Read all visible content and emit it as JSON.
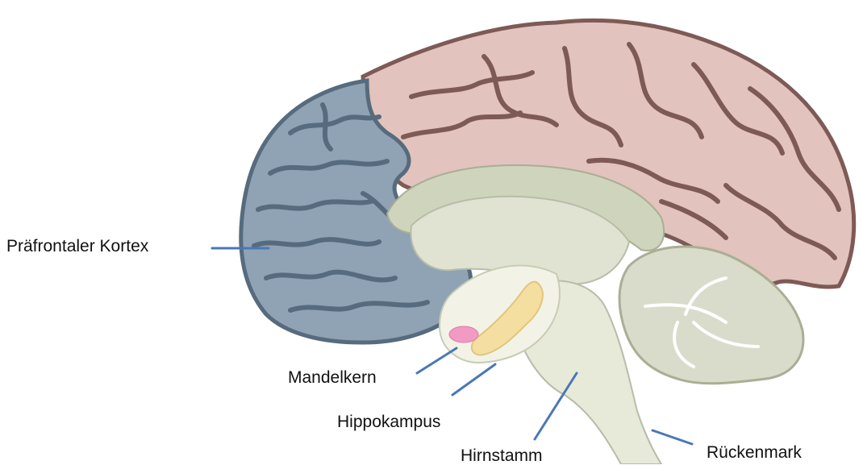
{
  "labels": {
    "prefrontal_cortex": "Präfrontaler Kortex",
    "amygdala": "Mandelkern",
    "hippocampus": "Hippokampus",
    "brainstem": "Hirnstamm",
    "spinal_cord": "Rückenmark"
  },
  "colors": {
    "prefrontal_cortex": "#8fa3b5",
    "cortex": "#e3c3bd",
    "amygdala": "#f19ac4",
    "hippocampus": "#f4dfa0",
    "brainstem": "#dfe3d0",
    "cerebellum": "#d9dccb",
    "leader_line": "#4a78b5"
  }
}
